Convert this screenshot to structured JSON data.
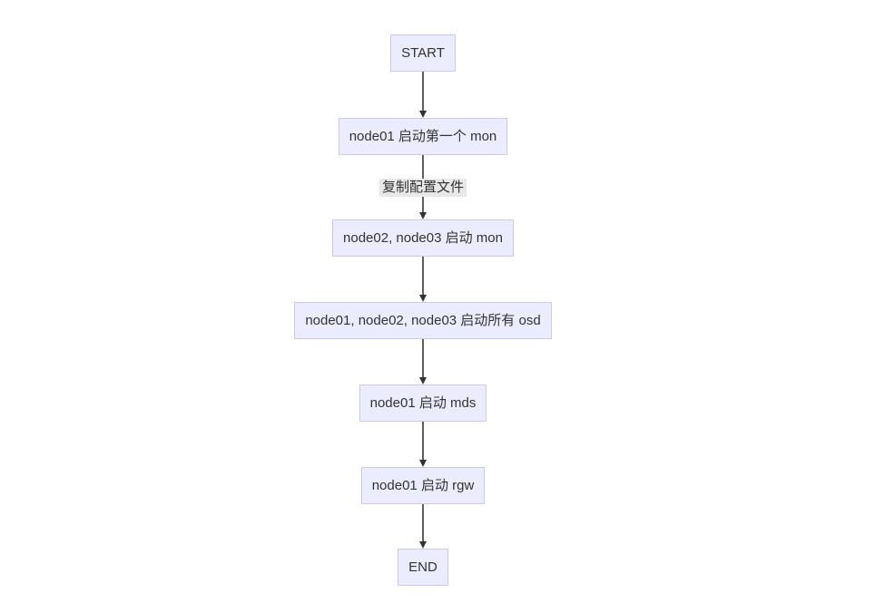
{
  "diagram": {
    "type": "flowchart",
    "direction": "top-down",
    "colors": {
      "background": "#ffffff",
      "node_fill": "#ECECFF",
      "node_border": "#c9c9f2",
      "node_text": "#333333",
      "edge_line": "#5f5f5f",
      "arrowhead": "#333333",
      "edge_label_bg": "#e8e8e8",
      "edge_label_text": "#333333"
    },
    "nodes": [
      {
        "id": "start",
        "label": "START"
      },
      {
        "id": "mon-first",
        "label": "node01 启动第一个 mon"
      },
      {
        "id": "mon-others",
        "label": "node02, node03 启动 mon"
      },
      {
        "id": "osd-all",
        "label": "node01, node02, node03 启动所有 osd"
      },
      {
        "id": "mds",
        "label": "node01 启动 mds"
      },
      {
        "id": "rgw",
        "label": "node01 启动 rgw"
      },
      {
        "id": "end",
        "label": "END"
      }
    ],
    "edges": [
      {
        "from": "start",
        "to": "mon-first",
        "label": ""
      },
      {
        "from": "mon-first",
        "to": "mon-others",
        "label": "复制配置文件"
      },
      {
        "from": "mon-others",
        "to": "osd-all",
        "label": ""
      },
      {
        "from": "osd-all",
        "to": "mds",
        "label": ""
      },
      {
        "from": "mds",
        "to": "rgw",
        "label": ""
      },
      {
        "from": "rgw",
        "to": "end",
        "label": ""
      }
    ]
  }
}
